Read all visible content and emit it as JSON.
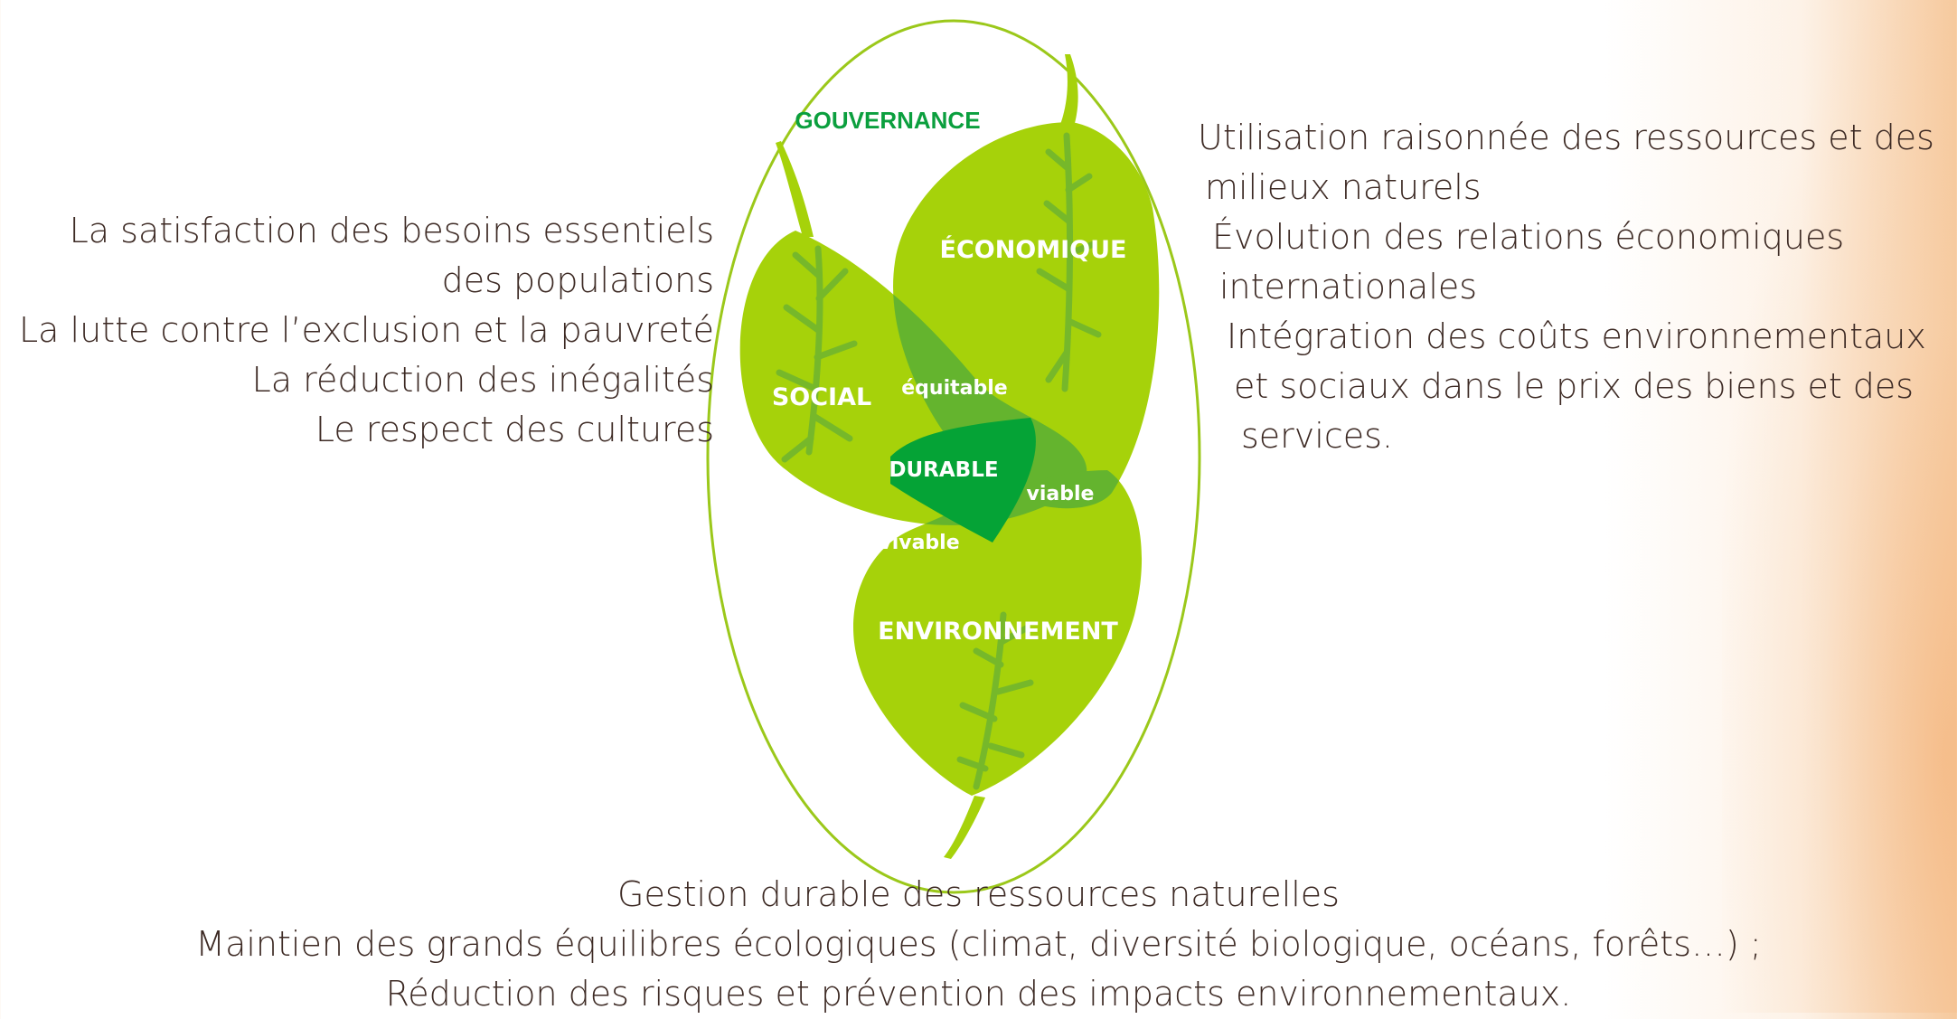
{
  "diagram": {
    "gouvernance": "GOUVERNANCE",
    "social": "SOCIAL",
    "economique": "ÉCONOMIQUE",
    "environnement": "ENVIRONNEMENT",
    "equitable": "équitable",
    "viable": "viable",
    "vivable": "vivable",
    "durable": "DURABLE",
    "colors": {
      "leaf": "#a6d20a",
      "vein": "#76b82a",
      "overlap": "#64b42e",
      "center": "#05a336",
      "ellipse": "#9bc81a",
      "gouvernance_text": "#0b9f3e"
    }
  },
  "social_text": [
    "La satisfaction des besoins essentiels",
    "des populations",
    "La lutte contre l’exclusion et la pauvreté",
    "La réduction des inégalités",
    "Le respect des cultures"
  ],
  "economic_text": [
    "Utilisation raisonnée des ressources et des",
    " milieux naturels",
    " Évolution des relations économiques",
    "  internationales",
    "   Intégration des coûts environnementaux",
    "    et sociaux dans le prix des biens et des",
    "     services."
  ],
  "environment_text": [
    "Gestion durable des ressources naturelles",
    "Maintien des grands équilibres écologiques (climat, diversité biologique, océans, forêts…) ;",
    "Réduction des risques et prévention des impacts environnementaux."
  ]
}
